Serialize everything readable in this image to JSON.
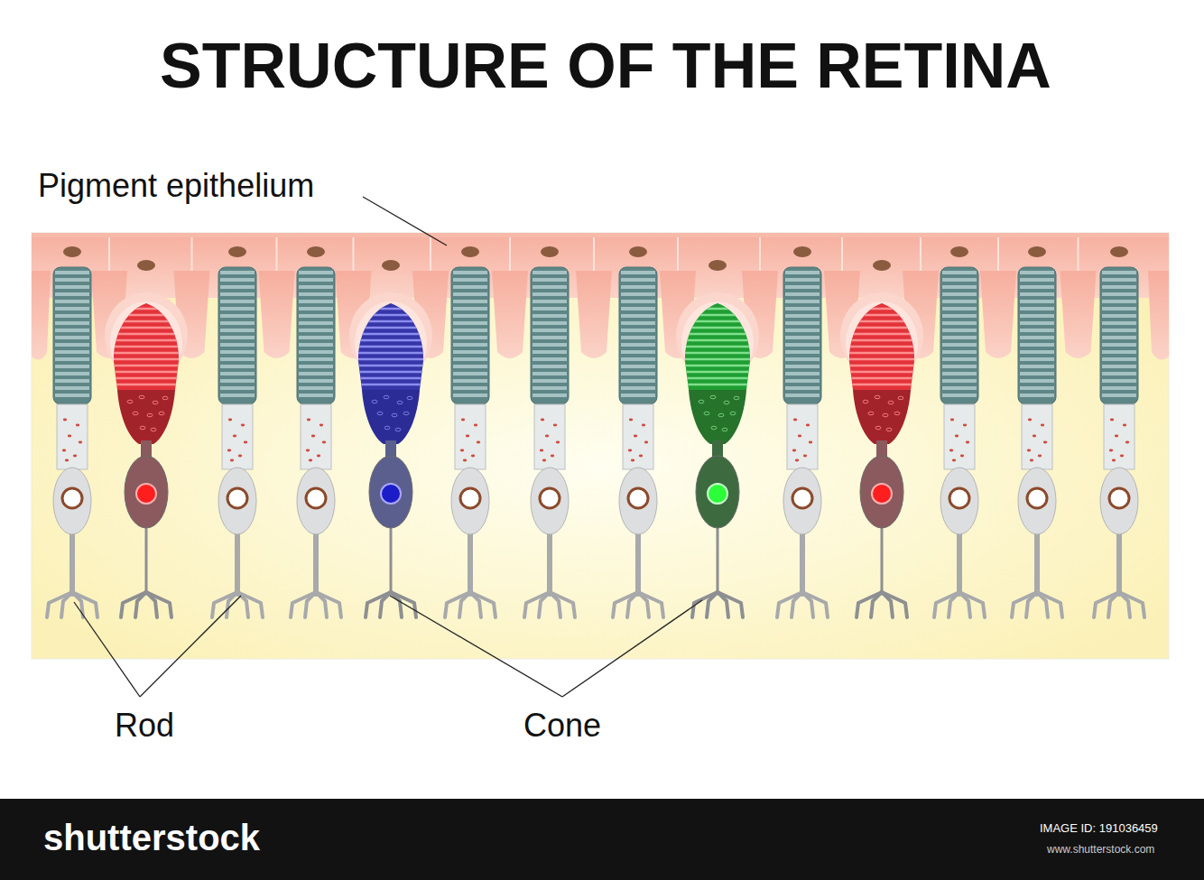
{
  "diagram": {
    "title": "STRUCTURE OF THE RETINA",
    "labels": [
      "Pigment epithelium",
      "Rod",
      "Cone",
      "shutterstock",
      "IMAGE ID: 191036459",
      "www.shutterstock.com"
    ]
  }
}
